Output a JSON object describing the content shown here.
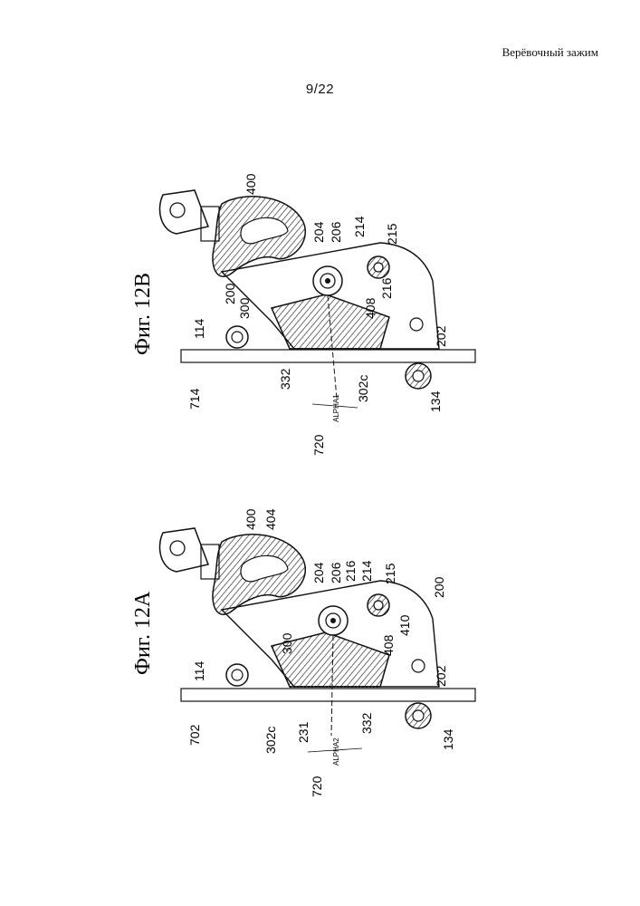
{
  "header": {
    "title": "Верёвочный зажим",
    "page_number": "9/22"
  },
  "figures": [
    {
      "caption": "Фиг. 12В",
      "labels": [
        "400",
        "204",
        "206",
        "214",
        "215",
        "200",
        "216",
        "300",
        "408",
        "114",
        "202",
        "714",
        "332",
        "302c",
        "134",
        "720",
        "ALPHA1"
      ]
    },
    {
      "caption": "Фиг. 12А",
      "labels": [
        "400",
        "404",
        "204",
        "206",
        "216",
        "214",
        "215",
        "200",
        "410",
        "408",
        "300",
        "114",
        "202",
        "702",
        "302c",
        "231",
        "332",
        "134",
        "720",
        "ALPHA2"
      ]
    }
  ]
}
